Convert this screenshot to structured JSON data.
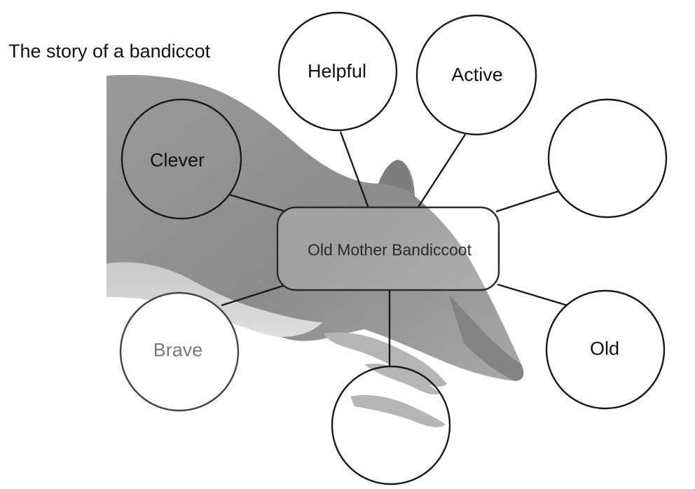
{
  "diagram": {
    "title": "The story of a bandiccot",
    "center": {
      "label": "Old Mother Bandiccoot"
    },
    "nodes": {
      "clever": {
        "label": "Clever"
      },
      "helpful": {
        "label": "Helpful"
      },
      "active": {
        "label": "Active"
      },
      "top_right_blank": {
        "label": ""
      },
      "old": {
        "label": "Old"
      },
      "bottom_blank": {
        "label": ""
      },
      "brave": {
        "label": "Brave"
      }
    },
    "illustration": "bandicoot-illustration"
  }
}
